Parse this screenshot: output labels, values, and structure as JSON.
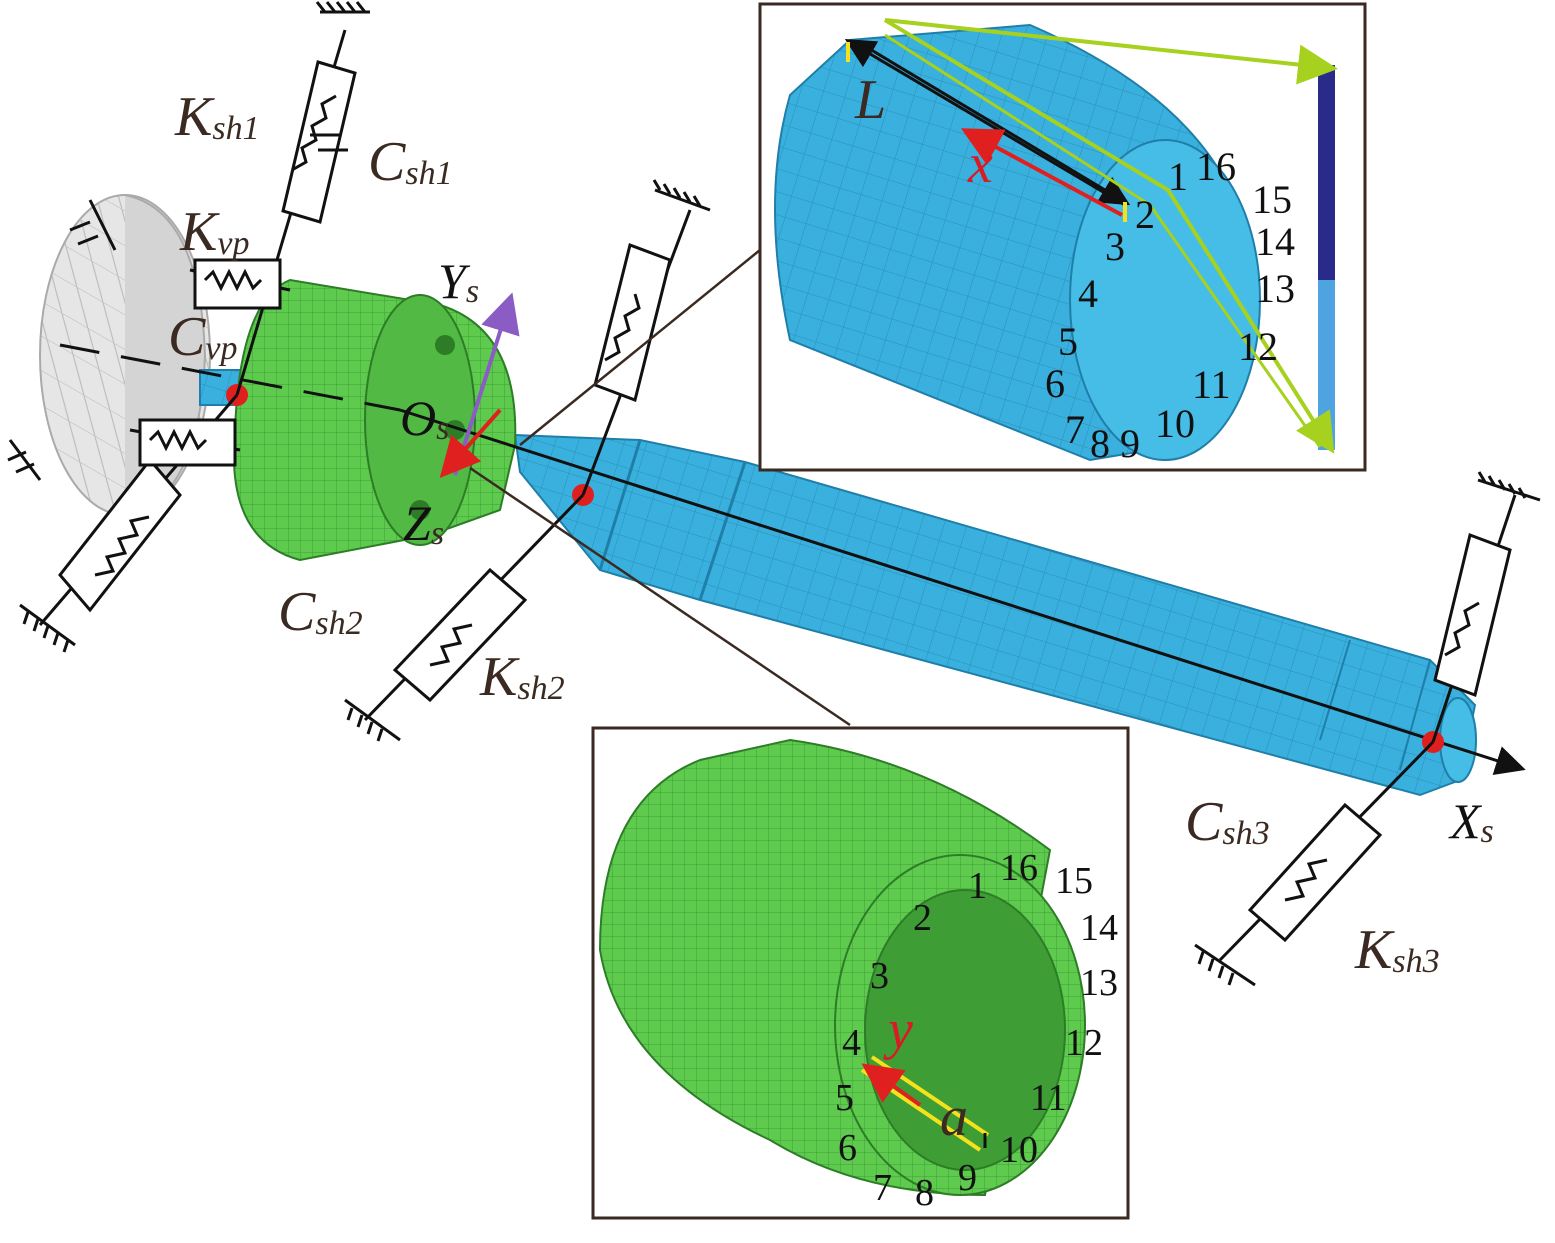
{
  "labels": {
    "k_sh1": {
      "main": "K",
      "sub": "sh1"
    },
    "c_sh1": {
      "main": "C",
      "sub": "sh1"
    },
    "k_vp": {
      "main": "K",
      "sub": "vp"
    },
    "c_vp": {
      "main": "C",
      "sub": "vp"
    },
    "c_sh2": {
      "main": "C",
      "sub": "sh2"
    },
    "k_sh2": {
      "main": "K",
      "sub": "sh2"
    },
    "c_sh3": {
      "main": "C",
      "sub": "sh3"
    },
    "k_sh3": {
      "main": "K",
      "sub": "sh3"
    }
  },
  "axes": {
    "y": {
      "main": "Y",
      "sub": "s"
    },
    "o": {
      "main": "O",
      "sub": "s"
    },
    "z": {
      "main": "Z",
      "sub": "s"
    },
    "x": {
      "main": "X",
      "sub": "s"
    }
  },
  "inset_shaft": {
    "length_label": "L",
    "coord_label": "x",
    "tooth_numbers": [
      "1",
      "16",
      "15",
      "14",
      "13",
      "12",
      "11",
      "10",
      "9",
      "8",
      "7",
      "6",
      "5",
      "4",
      "3",
      "2"
    ]
  },
  "inset_hub": {
    "width_label": "a",
    "coord_label": "y",
    "tooth_numbers": [
      "1",
      "16",
      "15",
      "14",
      "13",
      "12",
      "11",
      "10",
      "9",
      "8",
      "7",
      "6",
      "5",
      "4",
      "3",
      "2"
    ]
  },
  "colors": {
    "shaft": "#3ab0de",
    "hub": "#5ecb4e",
    "pump": "#e6e6e6",
    "node": "#e0201e",
    "y_axis": "#8a5cc4",
    "z_axis": "#e0201e",
    "highlight": "#f5e21a",
    "path": "#a6d11e"
  }
}
